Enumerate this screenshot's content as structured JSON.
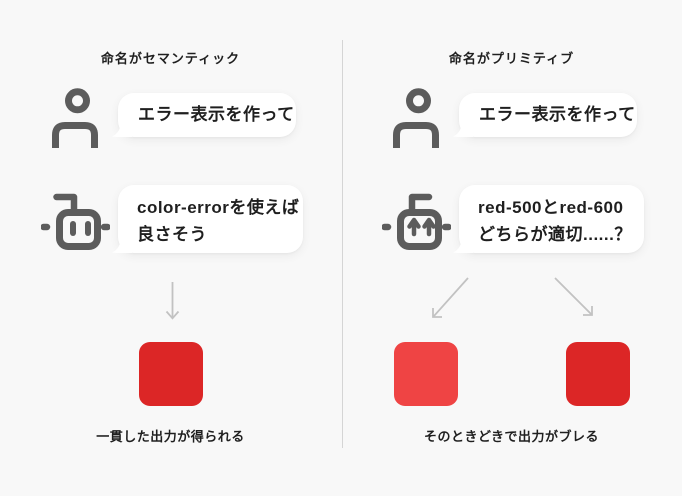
{
  "diagram": {
    "left": {
      "title": "命名がセマンティック",
      "user_message": "エラー表示を作って",
      "ai_message": "color-errorを使えば\n良さそう",
      "output_color": "#dc2626",
      "caption": "一貫した出力が得られる"
    },
    "right": {
      "title": "命名がプリミティブ",
      "user_message": "エラー表示を作って",
      "ai_message": "red-500とred-600\nどちらが適切......？",
      "output_color_a": "#ef4444",
      "output_color_b": "#dc2626",
      "caption": "そのときどきで出力がブレる"
    },
    "colors": {
      "background": "#f8f8f8",
      "divider": "#d5d5d5",
      "icon_gray": "#5c5c5c",
      "arrow_gray": "#c2c2c2",
      "bubble_bg": "#ffffff",
      "text": "#1f1f1f"
    }
  }
}
